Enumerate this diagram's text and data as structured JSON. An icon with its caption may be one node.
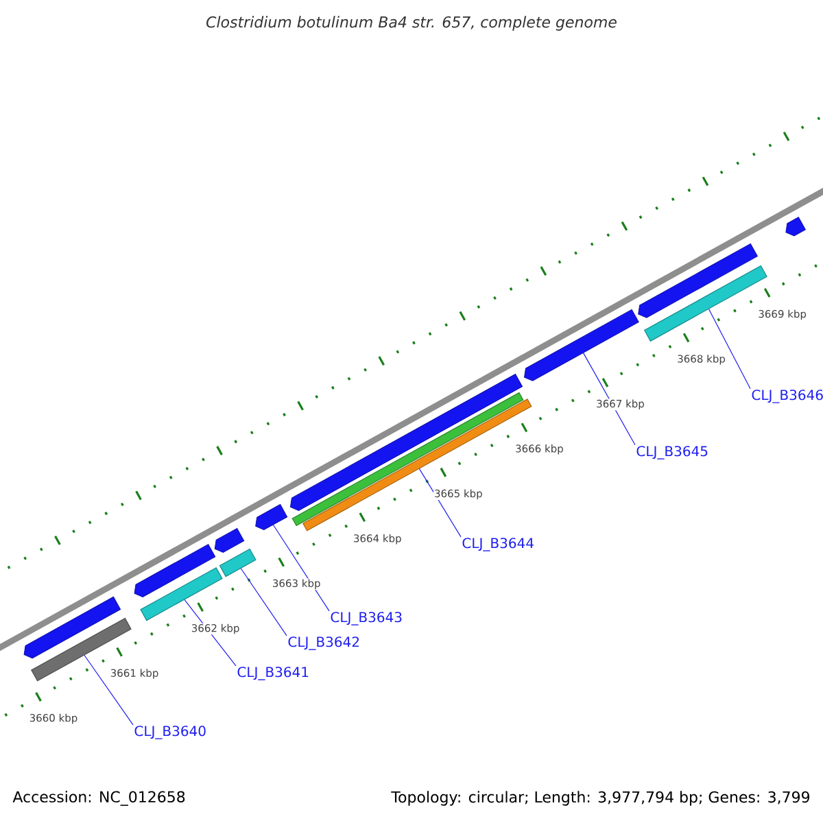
{
  "diagram": {
    "title": "Clostridium botulinum Ba4 str. 657, complete genome",
    "nodes": [
      {
        "text": [],
        "shape": "pentagon"
      },
      {
        "text": [],
        "shape": "bar"
      },
      {
        "text": [],
        "shape": "bar"
      },
      {
        "text": [],
        "shape": "pentagon"
      },
      {
        "text": [],
        "shape": "bar"
      },
      {
        "text": [],
        "shape": "pentagon"
      },
      {
        "text": [],
        "shape": "pentagon"
      },
      {
        "text": [],
        "shape": "bar"
      },
      {
        "text": [],
        "shape": "bar"
      },
      {
        "text": [],
        "shape": "pentagon"
      },
      {
        "text": [],
        "shape": "pentagon"
      },
      {
        "text": [],
        "shape": "bar"
      },
      {
        "text": [],
        "shape": "pentagon"
      },
      {
        "text": [],
        "shape": "pentagon"
      },
      {
        "text": [
          "CLJ_B3640"
        ]
      },
      {
        "text": [
          "CLJ_B3641"
        ]
      },
      {
        "text": [
          "CLJ_B3642"
        ]
      },
      {
        "text": [
          "CLJ_B3643"
        ]
      },
      {
        "text": [
          "CLJ_B3644"
        ]
      },
      {
        "text": [
          "CLJ_B3645"
        ]
      },
      {
        "text": [
          "CLJ_B3646"
        ]
      }
    ],
    "edges": [
      {
        "from": 14,
        "to": 1,
        "arrow": "none"
      },
      {
        "from": 15,
        "to": 2,
        "arrow": "none"
      },
      {
        "from": 16,
        "to": 4,
        "arrow": "none"
      },
      {
        "from": 17,
        "to": 6,
        "arrow": "none"
      },
      {
        "from": 18,
        "to": 8,
        "arrow": "none"
      },
      {
        "from": 19,
        "to": 10,
        "arrow": "none"
      },
      {
        "from": 20,
        "to": 11,
        "arrow": "none"
      }
    ],
    "labels": [
      "3660 kbp",
      "3661 kbp",
      "3662 kbp",
      "3663 kbp",
      "3664 kbp",
      "3665 kbp",
      "3666 kbp",
      "3667 kbp",
      "3668 kbp",
      "3669 kbp",
      "Accession: NC_012658",
      "Topology: circular; Length: 3,977,794 bp; Genes: 3,799"
    ]
  }
}
